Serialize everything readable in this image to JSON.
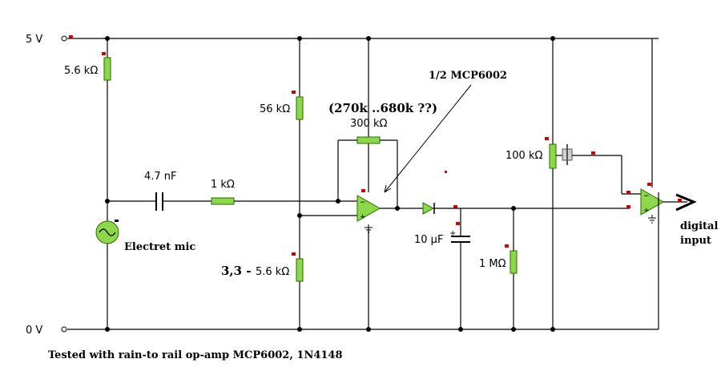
{
  "rails": {
    "vcc": "5 V",
    "gnd": "0 V"
  },
  "components": {
    "r_pullup_mic": "5.6 kΩ",
    "r_bias_top": "56 kΩ",
    "r_feedback": "300 kΩ",
    "r_series": "1 kΩ",
    "c_coupling": "4.7 nF",
    "r_bias_bottom": "5.6 kΩ",
    "r_bias_bottom_prefix": "3,3 -",
    "c_filter": "10 µF",
    "r_discharge": "1 MΩ",
    "pot": "100 kΩ"
  },
  "annotations": {
    "mic": "Electret mic",
    "feedback_range": "(270k ..680k ??)",
    "opamp_ref": "1/2 MCP6002",
    "output_line1": "digital",
    "output_line2": "input",
    "footer": "Tested with  rain-to rail op-amp MCP6002,  1N4148"
  },
  "colors": {
    "component_fill": "#8cd84a",
    "pin_marker": "#cc0000",
    "wire": "#000000"
  }
}
